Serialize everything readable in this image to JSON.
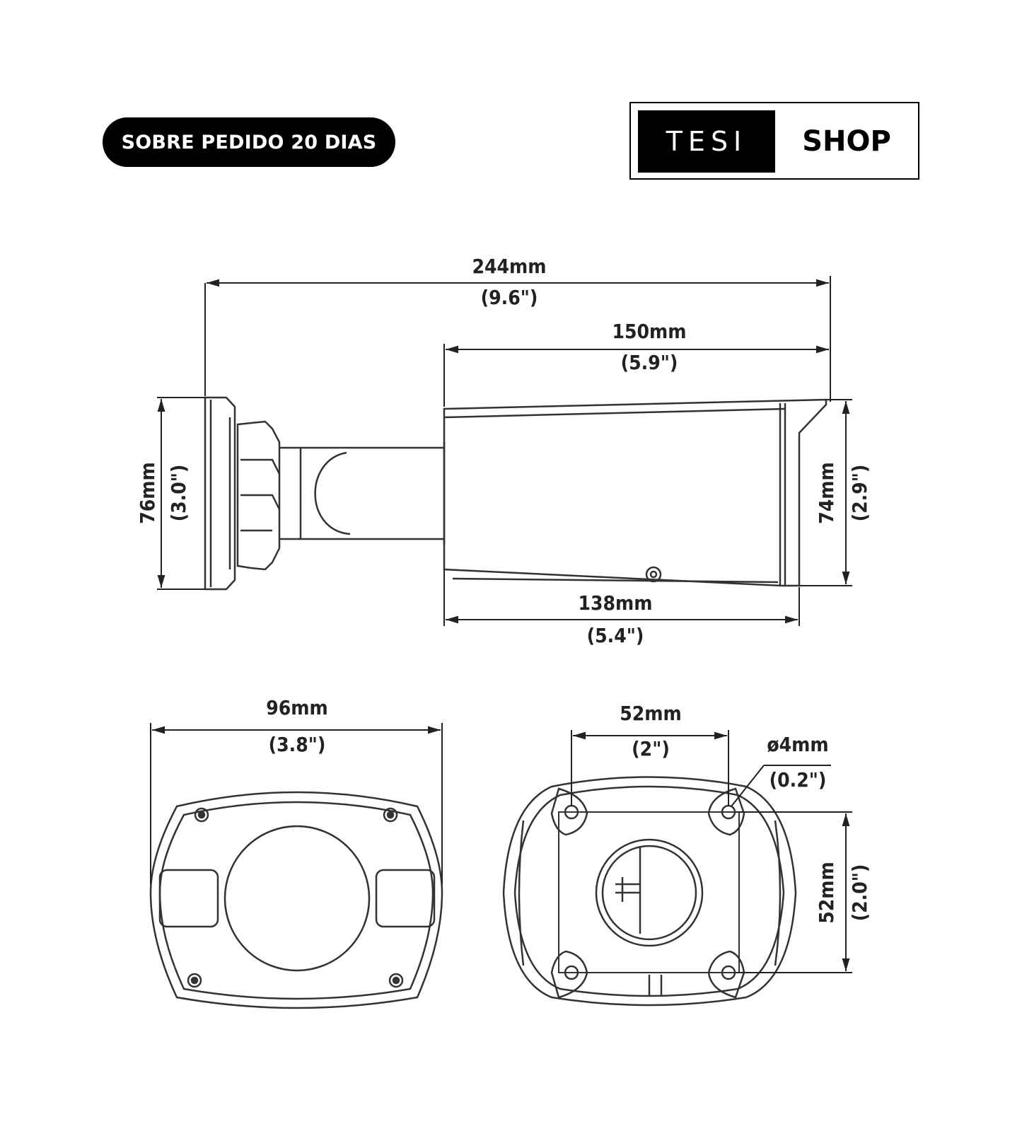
{
  "badge": {
    "label": "SOBRE PEDIDO 20 DIAS"
  },
  "logo": {
    "left": "TESI",
    "right": "SHOP"
  },
  "dimensions": {
    "overall_length": {
      "mm": "244mm",
      "inch": "(9.6\")"
    },
    "housing_length": {
      "mm": "150mm",
      "inch": "(5.9\")"
    },
    "bottom_length": {
      "mm": "138mm",
      "inch": "(5.4\")"
    },
    "base_height": {
      "mm": "76mm",
      "inch": "(3.0\")"
    },
    "housing_height": {
      "mm": "74mm",
      "inch": "(2.9\")"
    },
    "front_width": {
      "mm": "96mm",
      "inch": "(3.8\")"
    },
    "hole_spacing_h": {
      "mm": "52mm",
      "inch": "(2\")"
    },
    "hole_diameter": {
      "mm": "ø4mm",
      "inch": "(0.2\")"
    },
    "hole_spacing_v": {
      "mm": "52mm",
      "inch": "(2.0\")"
    }
  }
}
